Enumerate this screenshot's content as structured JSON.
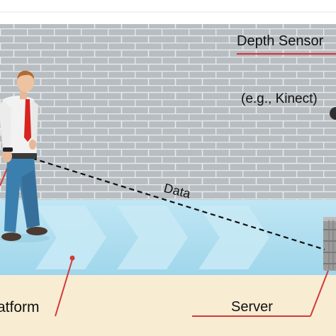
{
  "labels": {
    "depth_sensor": "Depth Sensor",
    "sensor_example": "(e.g., Kinect)",
    "data_link": "Data",
    "platform": "atform",
    "server": "Server"
  },
  "colors": {
    "brick_wall": "#b7bdc1",
    "mortar": "#e8eaeb",
    "floor_walkway": "#a9dbee",
    "chevron": "#c9eaf6",
    "ground": "#f8ecd2",
    "annotation_red": "#d23a3a",
    "data_line": "#111111"
  },
  "icons": {
    "person": "person-walking-icon",
    "sensor": "kinect-sensor-icon",
    "server": "server-rack-icon"
  }
}
